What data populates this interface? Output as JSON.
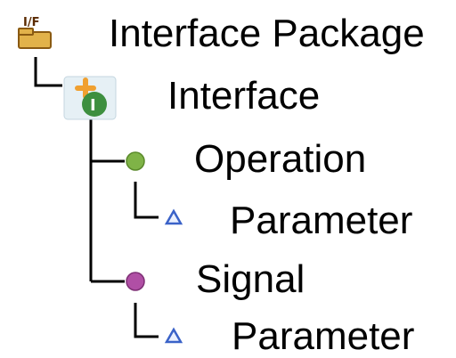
{
  "tree": {
    "interface_package": {
      "label": "Interface Package",
      "icon": "interface-package-icon",
      "icon_text": "I/F"
    },
    "interface": {
      "label": "Interface",
      "icon": "interface-icon",
      "icon_text": "I"
    },
    "operation": {
      "label": "Operation",
      "icon": "operation-icon"
    },
    "operation_parameter": {
      "label": "Parameter",
      "icon": "parameter-icon"
    },
    "signal": {
      "label": "Signal",
      "icon": "signal-icon"
    },
    "signal_parameter": {
      "label": "Parameter",
      "icon": "parameter-icon"
    }
  },
  "colors": {
    "package_folder": "#e2b24a",
    "package_outline": "#8a5a12",
    "package_text": "#5a2a00",
    "interface_badge": "#3d8f3f",
    "interface_plus": "#f0a030",
    "operation": "#7fb347",
    "signal": "#b04fa5",
    "parameter": "#3a62c8",
    "connector": "#000000"
  }
}
